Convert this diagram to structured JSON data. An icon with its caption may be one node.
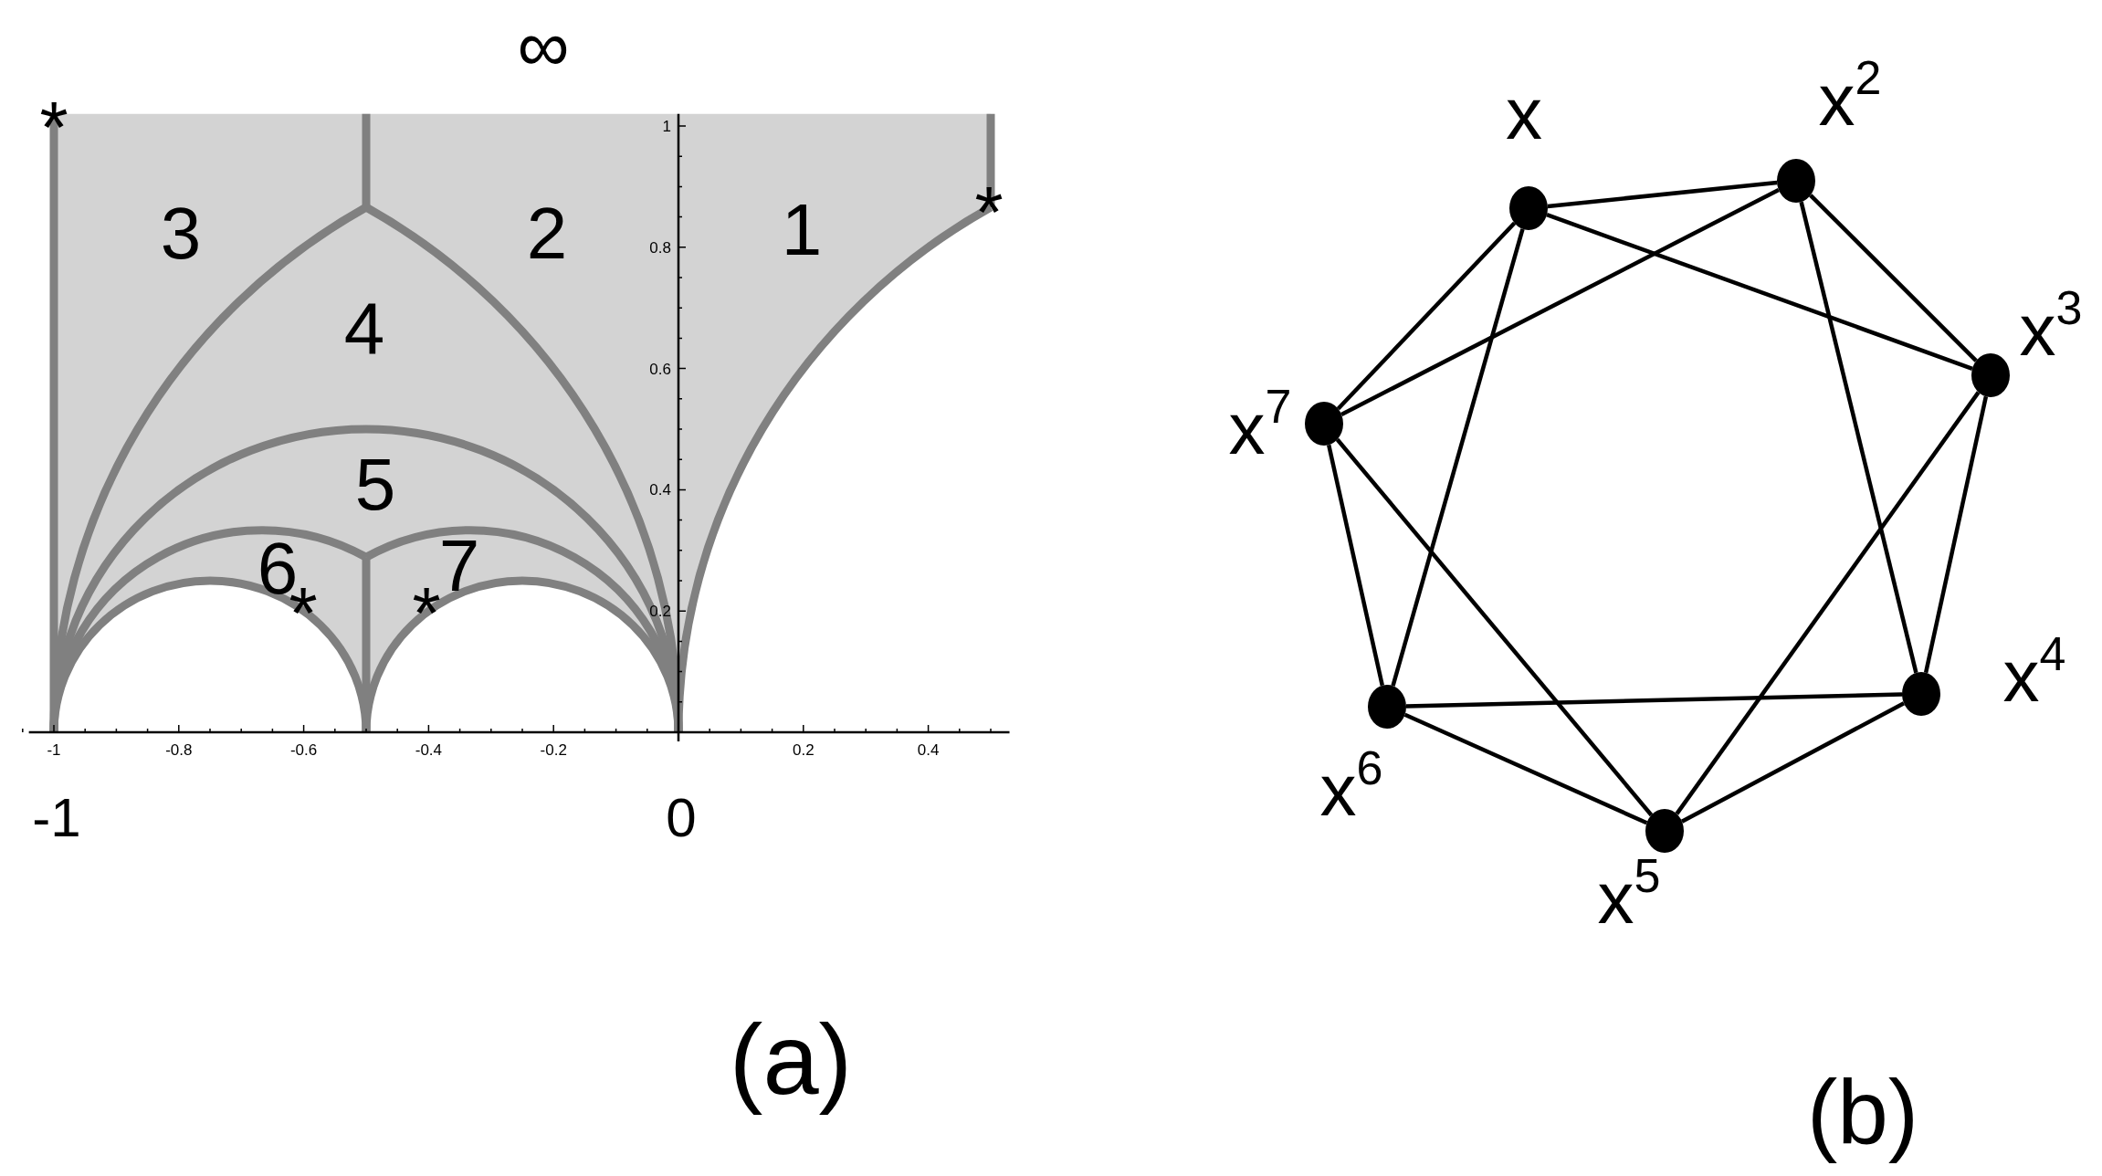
{
  "diagram": {
    "nodes": [
      {
        "text": [],
        "shape": "circle",
        "beside": [
          "x"
        ]
      },
      {
        "text": [],
        "shape": "circle",
        "beside": [
          "x$^{2}$"
        ]
      },
      {
        "text": [],
        "shape": "circle",
        "beside": [
          "x$^{3}$"
        ]
      },
      {
        "text": [],
        "shape": "circle",
        "beside": [
          "x$^{4}$"
        ]
      },
      {
        "text": [],
        "shape": "circle",
        "beside": [
          "x$^{5}$"
        ]
      },
      {
        "text": [],
        "shape": "circle",
        "beside": [
          "x$^{6}$"
        ]
      },
      {
        "text": [],
        "shape": "circle",
        "beside": [
          "x$^{7}$"
        ]
      }
    ],
    "edges": [
      {
        "from": 0,
        "to": 1,
        "arrow": "none"
      },
      {
        "from": 0,
        "to": 2,
        "arrow": "none"
      },
      {
        "from": 0,
        "to": 5,
        "arrow": "none"
      },
      {
        "from": 0,
        "to": 6,
        "arrow": "none"
      },
      {
        "from": 1,
        "to": 6,
        "arrow": "none"
      },
      {
        "from": 1,
        "to": 3,
        "arrow": "none"
      },
      {
        "from": 1,
        "to": 2,
        "arrow": "none"
      },
      {
        "from": 2,
        "to": 3,
        "arrow": "none"
      },
      {
        "from": 2,
        "to": 4,
        "arrow": "none"
      },
      {
        "from": 3,
        "to": 5,
        "arrow": "none"
      },
      {
        "from": 3,
        "to": 4,
        "arrow": "none"
      },
      {
        "from": 4,
        "to": 5,
        "arrow": "none"
      },
      {
        "from": 4,
        "to": 6,
        "arrow": "none"
      },
      {
        "from": 5,
        "to": 6,
        "arrow": "none"
      }
    ],
    "labels": [
      "∞",
      "*",
      "1",
      "*",
      "3",
      "2",
      "1",
      "0.8",
      "4",
      "0.6",
      "5",
      "0.4",
      "6",
      "7",
      "*",
      "*",
      "0.2",
      "-1",
      "-0.8",
      "-0.6",
      "-0.4",
      "-0.2",
      "0.2",
      "0.4",
      "-1",
      "0",
      "(a)",
      "(b)"
    ]
  }
}
